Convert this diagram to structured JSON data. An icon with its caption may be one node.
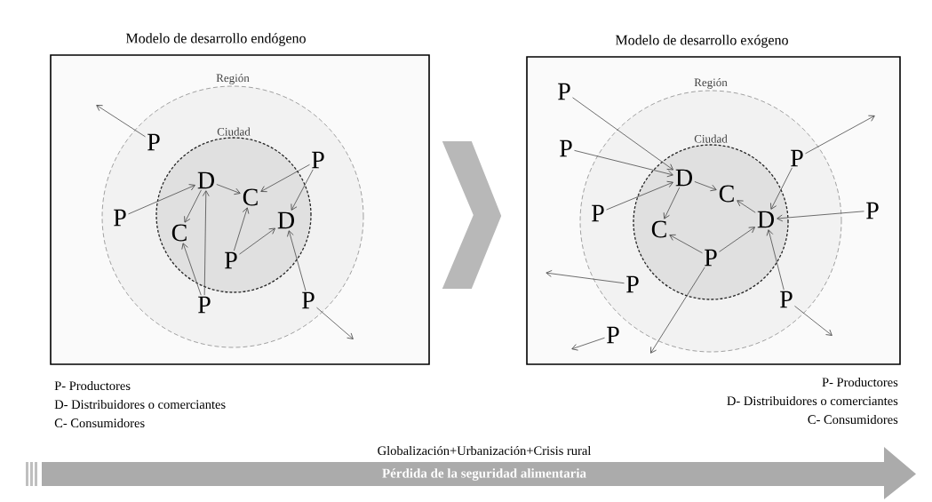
{
  "diagram": {
    "nodes": [
      {
        "text": [
          "Modelo de desarrollo endógeno"
        ]
      },
      {
        "text": [
          "Región"
        ],
        "in": 0
      },
      {
        "text": [
          "Ciudad"
        ],
        "in": 1
      },
      {
        "text": [
          "P"
        ],
        "in": 1
      },
      {
        "text": [
          "P"
        ],
        "in": 1
      },
      {
        "text": [
          "D"
        ],
        "in": 2
      },
      {
        "text": [
          "C"
        ],
        "in": 2
      },
      {
        "text": [
          "P"
        ],
        "in": 1
      },
      {
        "text": [
          "D"
        ],
        "in": 2
      },
      {
        "text": [
          "C"
        ],
        "in": 2
      },
      {
        "text": [
          "P"
        ],
        "in": 2
      },
      {
        "text": [
          "P"
        ],
        "in": 1
      },
      {
        "text": [
          "P"
        ],
        "in": 1
      },
      {
        "text": [
          "Modelo de desarrollo exógeno"
        ]
      },
      {
        "text": [
          "Región"
        ],
        "in": 13
      },
      {
        "text": [
          "Ciudad"
        ],
        "in": 14
      },
      {
        "text": [
          "P"
        ],
        "in": 13
      },
      {
        "text": [
          "P"
        ],
        "in": 13
      },
      {
        "text": [
          "P"
        ],
        "in": 14
      },
      {
        "text": [
          "D"
        ],
        "in": 15
      },
      {
        "text": [
          "C"
        ],
        "in": 15
      },
      {
        "text": [
          "P"
        ],
        "in": 13
      },
      {
        "text": [
          "P"
        ],
        "in": 14
      },
      {
        "text": [
          "D"
        ],
        "in": 15
      },
      {
        "text": [
          "C"
        ],
        "in": 15
      },
      {
        "text": [
          "P"
        ],
        "in": 15
      },
      {
        "text": [
          "P"
        ],
        "in": 14
      },
      {
        "text": [
          "P"
        ],
        "in": 14
      },
      {
        "text": [
          "P"
        ],
        "in": 13
      },
      {
        "text": [
          "Pérdida de la seguridad alimentaria"
        ]
      }
    ],
    "edges": [
      {
        "from": 3,
        "to": null,
        "arrow": "to"
      },
      {
        "from": 7,
        "to": 5,
        "arrow": "to"
      },
      {
        "from": 5,
        "to": 6,
        "arrow": "to"
      },
      {
        "from": 5,
        "to": 9,
        "arrow": "to"
      },
      {
        "from": 12,
        "to": 9,
        "arrow": "to"
      },
      {
        "from": 12,
        "to": 5,
        "arrow": "to"
      },
      {
        "from": 10,
        "to": 6,
        "arrow": "to"
      },
      {
        "from": 10,
        "to": 8,
        "arrow": "to"
      },
      {
        "from": 4,
        "to": 6,
        "arrow": "to"
      },
      {
        "from": 4,
        "to": 8,
        "arrow": "to"
      },
      {
        "from": 11,
        "to": 8,
        "arrow": "to"
      },
      {
        "from": 11,
        "to": null,
        "arrow": "to"
      },
      {
        "from": 0,
        "to": 13,
        "arrow": "to"
      },
      {
        "from": 16,
        "to": 19,
        "arrow": "to"
      },
      {
        "from": 17,
        "to": 19,
        "arrow": "to"
      },
      {
        "from": 22,
        "to": 19,
        "arrow": "to"
      },
      {
        "from": 19,
        "to": 20,
        "arrow": "to"
      },
      {
        "from": 19,
        "to": 24,
        "arrow": "to"
      },
      {
        "from": 23,
        "to": 20,
        "arrow": "to"
      },
      {
        "from": 25,
        "to": 24,
        "arrow": "to"
      },
      {
        "from": 25,
        "to": 23,
        "arrow": "to"
      },
      {
        "from": 25,
        "to": null,
        "arrow": "to"
      },
      {
        "from": 18,
        "to": 23,
        "arrow": "to"
      },
      {
        "from": 18,
        "to": null,
        "arrow": "to"
      },
      {
        "from": 21,
        "to": 23,
        "arrow": "to"
      },
      {
        "from": 27,
        "to": 23,
        "arrow": "to"
      },
      {
        "from": 27,
        "to": null,
        "arrow": "to"
      },
      {
        "from": 26,
        "to": null,
        "arrow": "to"
      },
      {
        "from": 28,
        "to": null,
        "arrow": "to"
      }
    ],
    "labels": [
      "P- Productores",
      "D- Distribuidores o comerciantes",
      "C- Consumidores",
      "P- Productores",
      "D- Distribuidores o comerciantes",
      "C- Consumidores",
      "Globalización+Urbanización+Crisis rural"
    ]
  }
}
